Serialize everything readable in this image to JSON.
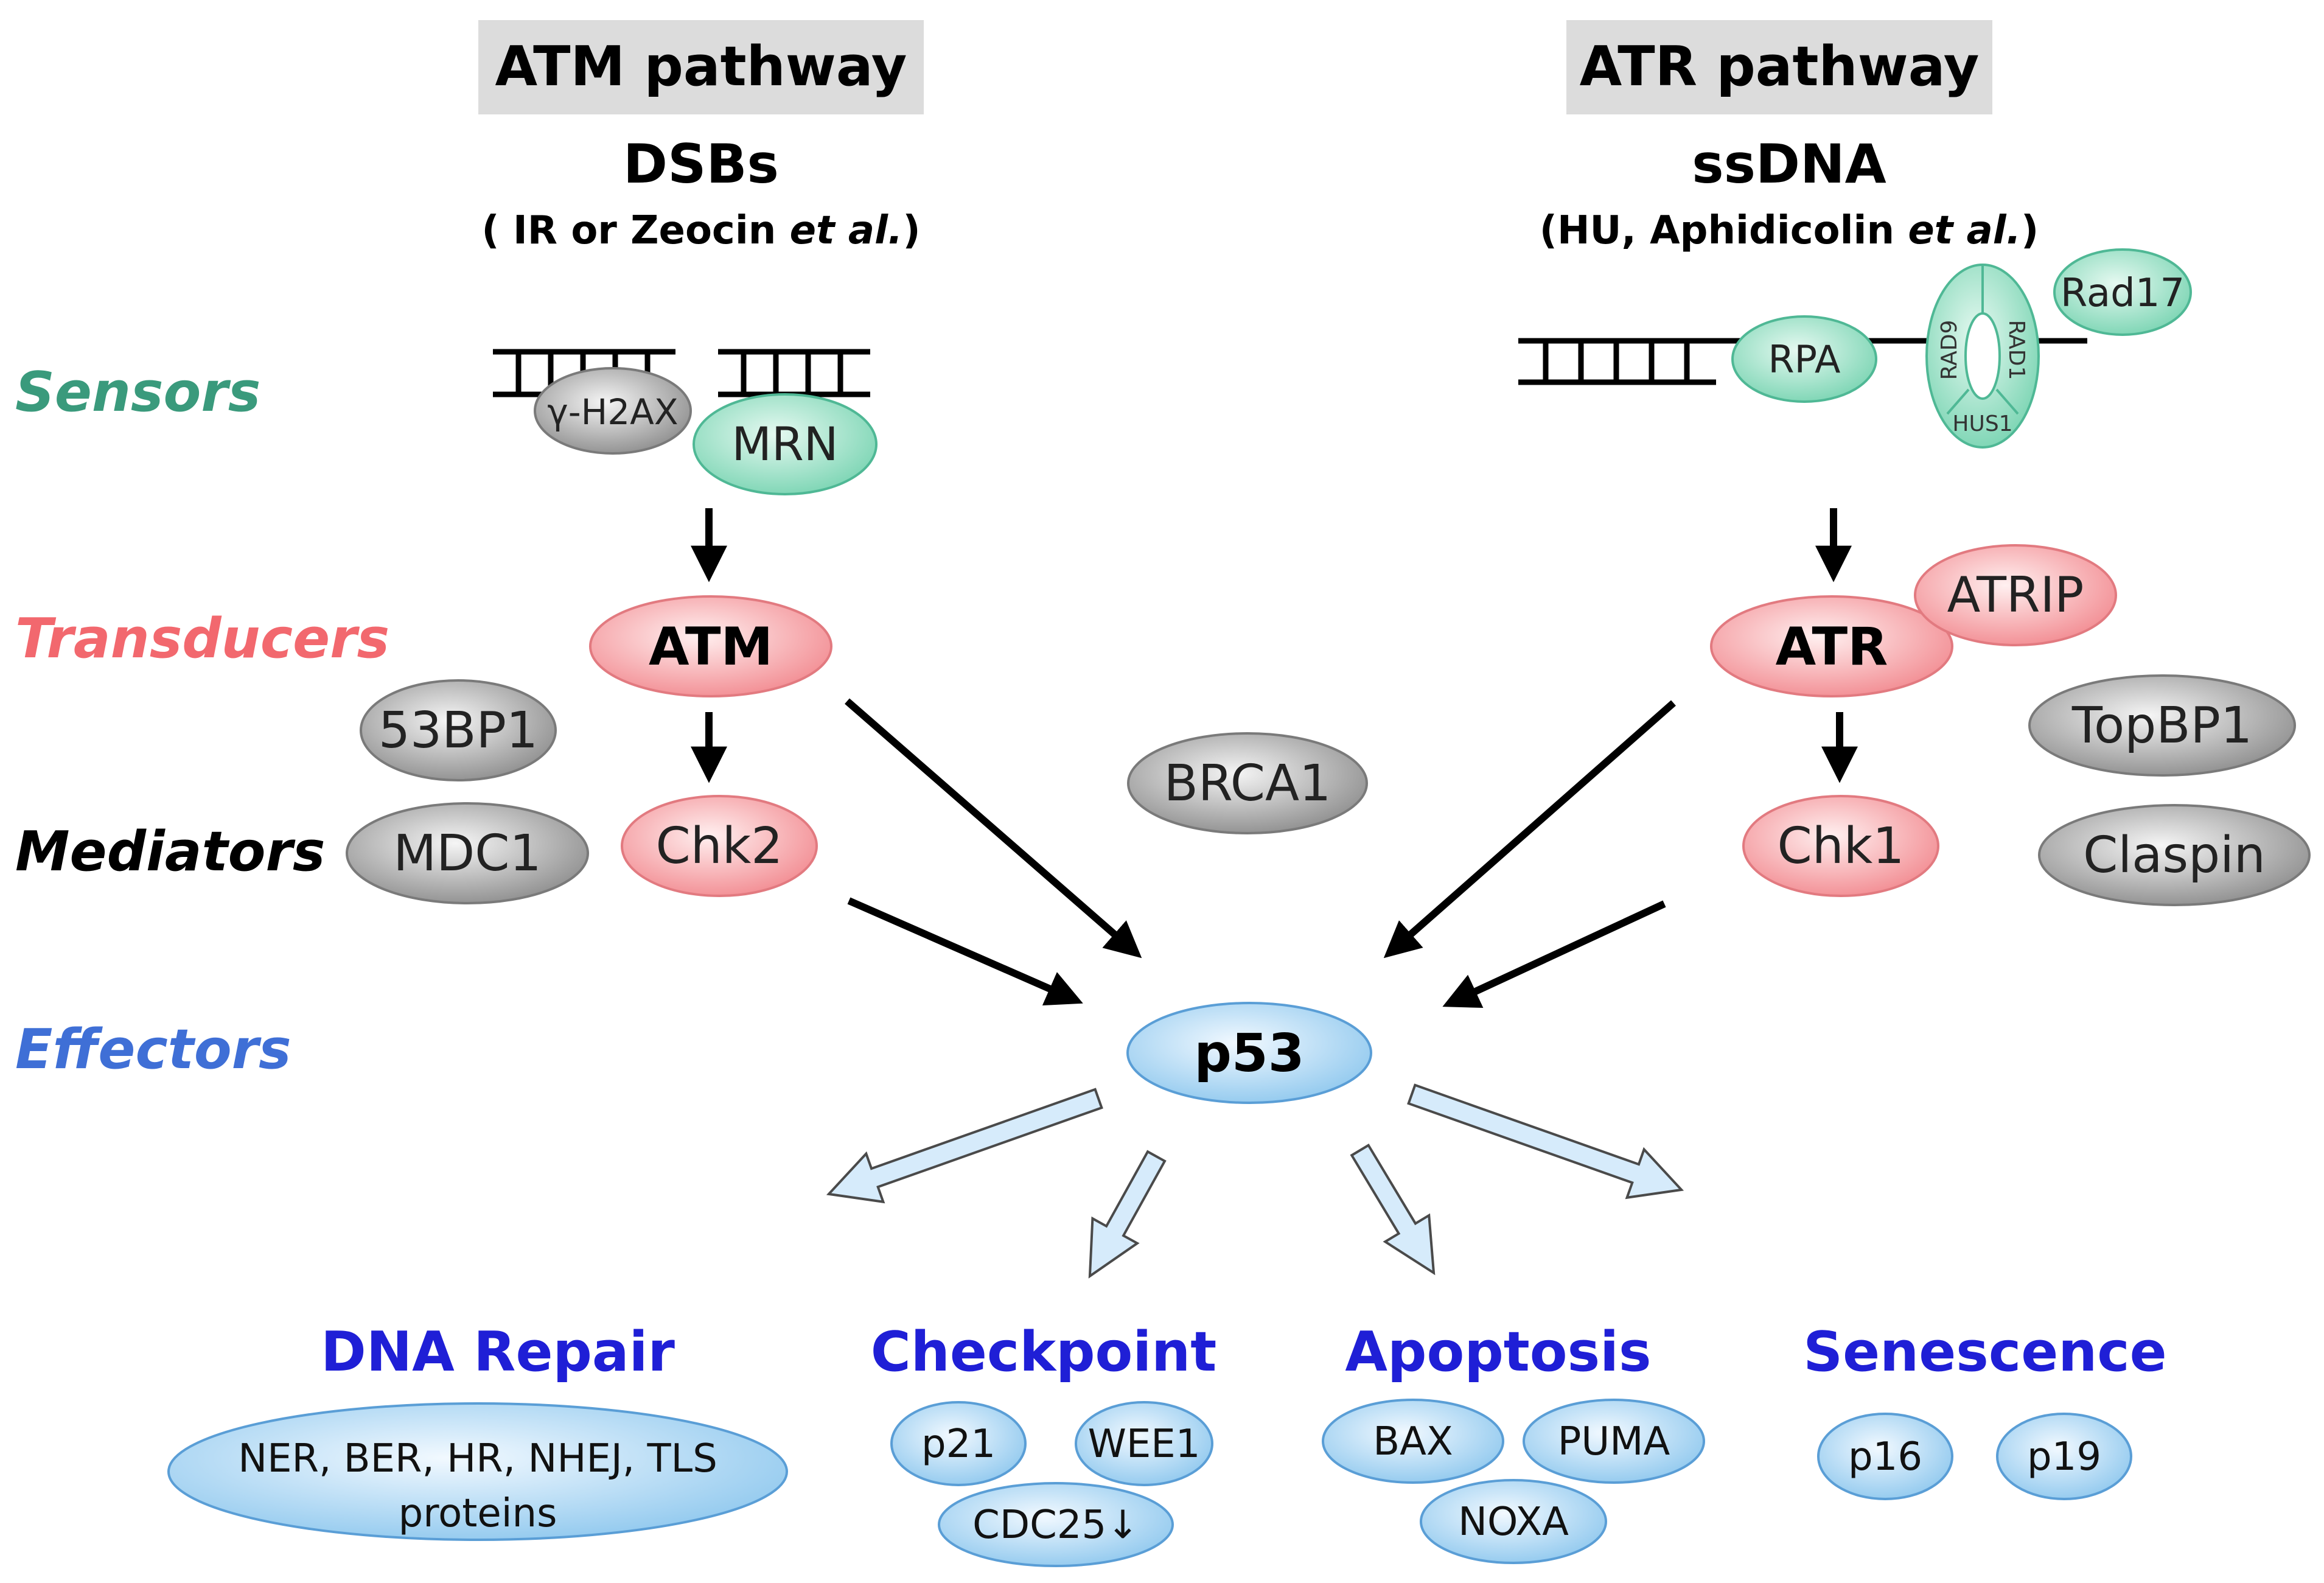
{
  "headers": {
    "atm_pathway": "ATM pathway",
    "atr_pathway": "ATR pathway"
  },
  "damage": {
    "dsb": {
      "title": "DSBs",
      "sub_open": "( IR or Zeocin ",
      "sub_italic": "et al.",
      "sub_close": ")"
    },
    "ssdna": {
      "title": "ssDNA",
      "sub_open": "(HU, Aphidicolin ",
      "sub_italic": "et al.",
      "sub_close": ")"
    }
  },
  "stages": {
    "sensors": "Sensors",
    "transducers": "Transducers",
    "mediators": "Mediators",
    "effectors": "Effectors"
  },
  "proteins": {
    "gh2ax": "γ-H2AX",
    "mrn": "MRN",
    "rpa": "RPA",
    "rad9": "RAD9",
    "rad1": "RAD1",
    "hus1": "HUS1",
    "rad17": "Rad17",
    "atm": "ATM",
    "atr": "ATR",
    "atrip": "ATRIP",
    "bp53": "53BP1",
    "mdc1": "MDC1",
    "chk2": "Chk2",
    "brca1": "BRCA1",
    "chk1": "Chk1",
    "topbp1": "TopBP1",
    "claspin": "Claspin",
    "p53": "p53"
  },
  "outcomes": {
    "dna_repair": {
      "title": "DNA Repair",
      "line1": "NER, BER, HR, NHEJ, TLS",
      "line2": "proteins"
    },
    "checkpoint": {
      "title": "Checkpoint",
      "p21": "p21",
      "wee1": "WEE1",
      "cdc25": "CDC25↓"
    },
    "apoptosis": {
      "title": "Apoptosis",
      "bax": "BAX",
      "puma": "PUMA",
      "noxa": "NOXA"
    },
    "senescence": {
      "title": "Senescence",
      "p16": "p16",
      "p19": "p19"
    }
  },
  "colors": {
    "header_bg": "#dcdcdc",
    "sensors": "#3a9a7c",
    "transducers": "#f2686e",
    "mediators": "#000000",
    "effectors": "#3f6fd6",
    "outcome_title": "#1f1fd6"
  }
}
